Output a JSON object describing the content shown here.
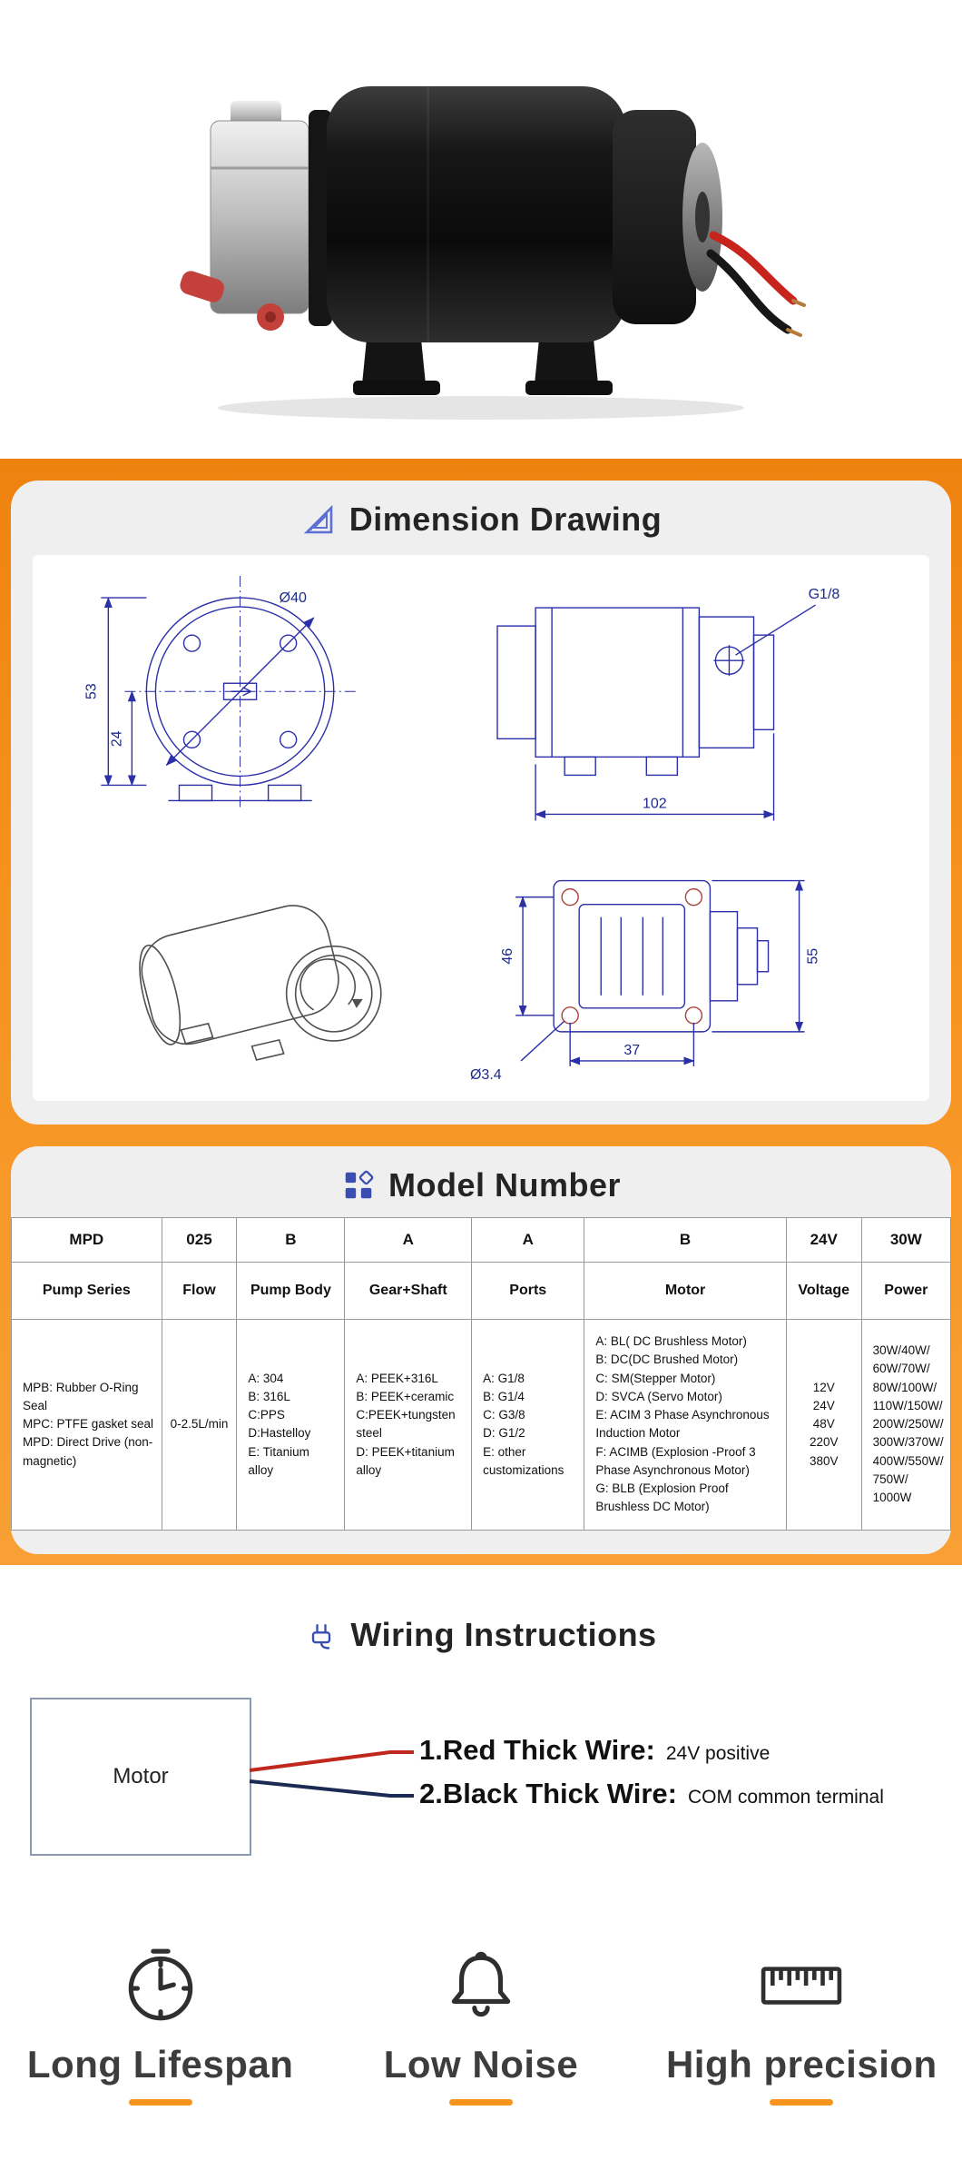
{
  "colors": {
    "accent_orange": "#f7941e",
    "drawing_blue": "#2b2fa8",
    "wire_red": "#c0281e",
    "wire_dark": "#1b2a52",
    "icon_blue": "#3a4db0"
  },
  "sections": {
    "dimension_title": "Dimension Drawing",
    "model_title": "Model Number",
    "wiring_title": "Wiring Instructions"
  },
  "dimension_drawing": {
    "labels": [
      "Ø40",
      "53",
      "24",
      "G1/8",
      "102",
      "46",
      "55",
      "Ø3.4",
      "37"
    ]
  },
  "model_table": {
    "codes": [
      "MPD",
      "025",
      "B",
      "A",
      "A",
      "B",
      "24V",
      "30W"
    ],
    "headers": [
      "Pump Series",
      "Flow",
      "Pump Body",
      "Gear+Shaft",
      "Ports",
      "Motor",
      "Voltage",
      "Power"
    ],
    "details": [
      "MPB: Rubber O-Ring Seal\nMPC: PTFE gasket seal\nMPD: Direct Drive (non-magnetic)",
      "0-2.5L/min",
      "A: 304\nB: 316L\nC:PPS\nD:Hastelloy\nE: Titanium alloy",
      "A: PEEK+316L\nB: PEEK+ceramic\nC:PEEK+tungsten steel\nD: PEEK+titanium alloy",
      "A: G1/8\nB: G1/4\nC: G3/8\nD: G1/2\nE: other customizations",
      "A:  BL( DC Brushless Motor)\nB:  DC(DC Brushed Motor)\nC:  SM(Stepper Motor)\nD:  SVCA (Servo Motor)\nE:  ACIM 3 Phase Asynchronous Induction Motor\nF:  ACIMB (Explosion -Proof 3 Phase Asynchronous Motor)\nG:  BLB (Explosion Proof Brushless DC Motor)",
      "12V\n24V\n48V\n220V\n380V",
      "30W/40W/\n60W/70W/\n80W/100W/\n110W/150W/\n200W/250W/\n300W/370W/\n400W/550W/\n750W/\n1000W"
    ]
  },
  "wiring": {
    "motor_label": "Motor",
    "wire1_label": "1.Red Thick Wire:",
    "wire1_value": "24V positive",
    "wire2_label": "2.Black Thick Wire:",
    "wire2_value": "COM common terminal"
  },
  "features": [
    {
      "icon": "clock-icon",
      "label": "Long Lifespan"
    },
    {
      "icon": "bell-icon",
      "label": "Low Noise"
    },
    {
      "icon": "ruler-icon",
      "label": "High precision"
    }
  ]
}
